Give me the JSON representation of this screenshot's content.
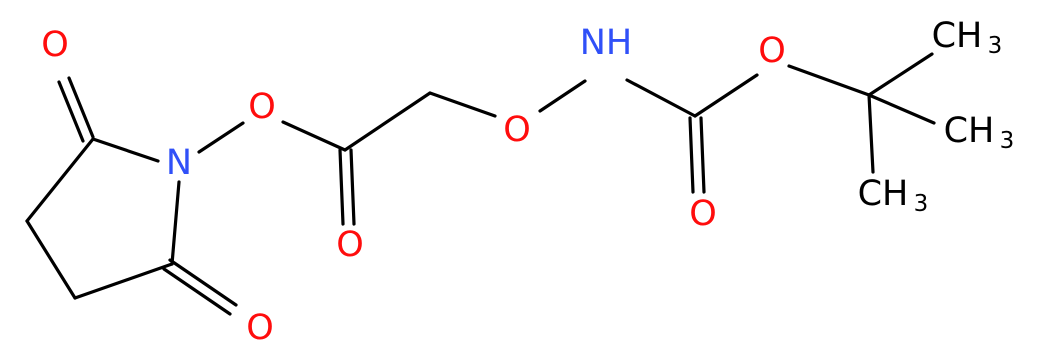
{
  "colors": {
    "bond": "#000000",
    "O": "#ff0d0d",
    "N": "#3050f8",
    "C": "#000000"
  },
  "atoms": {
    "o_top_carbonyl": "O",
    "n_ring": "N",
    "o_ester_link": "O",
    "o_bottom_carbonyl": "O",
    "o_acyl_carbonyl": "O",
    "o_aminooxy": "O",
    "nh": "NH",
    "o_boc_ether": "O",
    "o_boc_carbonyl": "O",
    "ch3_top": "CH",
    "ch3_mid": "CH",
    "ch3_bot": "CH"
  },
  "subscripts": {
    "ch3_top": "3",
    "ch3_mid": "3",
    "ch3_bot": "3"
  }
}
